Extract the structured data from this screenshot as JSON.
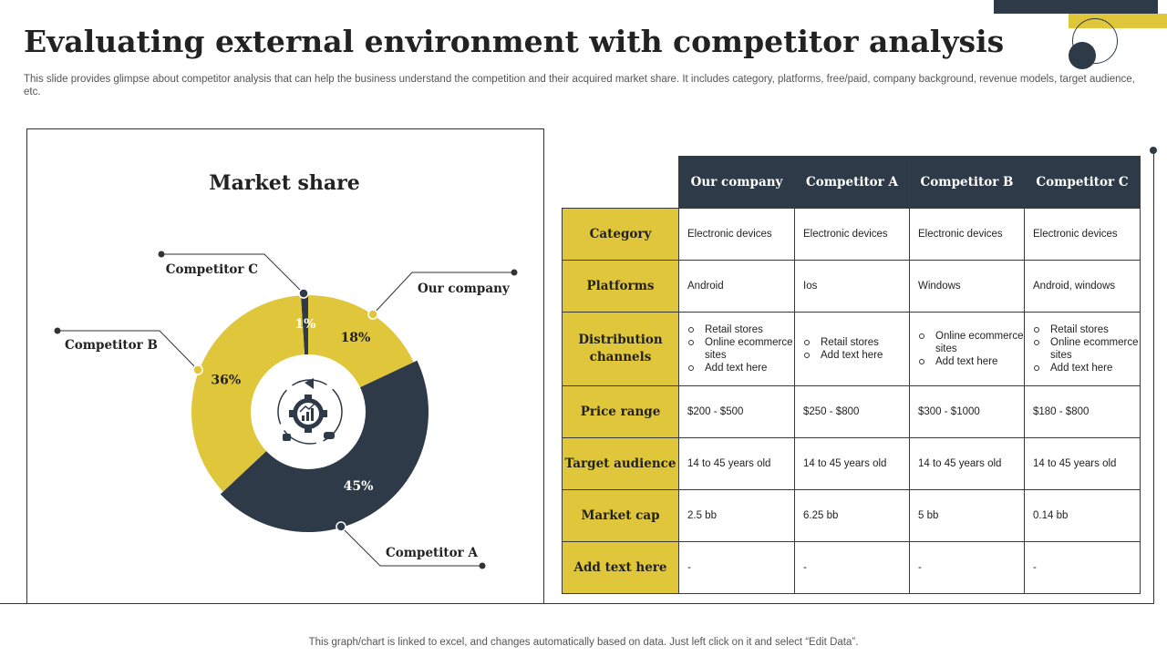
{
  "title": "Evaluating external environment with competitor analysis",
  "subtitle": "This slide provides glimpse about competitor analysis that can help the business understand the competition and their acquired market share. It includes category, platforms, free/paid, company background, revenue models, target audience, etc.",
  "footer": "This graph/chart is linked to excel,  and changes automatically based on data. Just left click on it and select “Edit Data”.",
  "colors": {
    "navy": "#2e3a48",
    "yellow": "#e0c63a"
  },
  "center_icon": "gear-growth-chart-icon",
  "chart_data": {
    "type": "pie",
    "title": "Market share",
    "slices": [
      {
        "label": "Competitor C",
        "value": 1,
        "display": "1%",
        "color": "#2e3a48"
      },
      {
        "label": "Our company",
        "value": 18,
        "display": "18%",
        "color": "#e0c63a"
      },
      {
        "label": "Competitor A",
        "value": 45,
        "display": "45%",
        "color": "#2e3a48"
      },
      {
        "label": "Competitor B",
        "value": 36,
        "display": "36%",
        "color": "#e0c63a"
      }
    ]
  },
  "table": {
    "columns": [
      "Our company",
      "Competitor A",
      "Competitor B",
      "Competitor C"
    ],
    "rows": [
      {
        "label": "Category",
        "cells": [
          "Electronic devices",
          "Electronic devices",
          "Electronic devices",
          "Electronic devices"
        ]
      },
      {
        "label": "Platforms",
        "cells": [
          "Android",
          "Ios",
          "Windows",
          "Android, windows"
        ]
      },
      {
        "label": "Distribution channels",
        "cells": [
          [
            "Retail stores",
            "Online ecommerce sites",
            "Add text here"
          ],
          [
            "Retail stores",
            "Add text here"
          ],
          [
            "Online ecommerce sites",
            "Add text here"
          ],
          [
            "Retail stores",
            "Online ecommerce sites",
            "Add text here"
          ]
        ]
      },
      {
        "label": "Price range",
        "cells": [
          "$200 - $500",
          "$250 - $800",
          "$300 - $1000",
          "$180 - $800"
        ]
      },
      {
        "label": "Target audience",
        "cells": [
          "14 to 45 years old",
          "14 to 45 years old",
          "14 to 45 years old",
          "14 to 45 years old"
        ]
      },
      {
        "label": "Market cap",
        "cells": [
          "2.5 bb",
          "6.25 bb",
          "5 bb",
          "0.14 bb"
        ]
      },
      {
        "label": "Add text here",
        "cells": [
          "-",
          "-",
          "-",
          "-"
        ]
      }
    ]
  }
}
